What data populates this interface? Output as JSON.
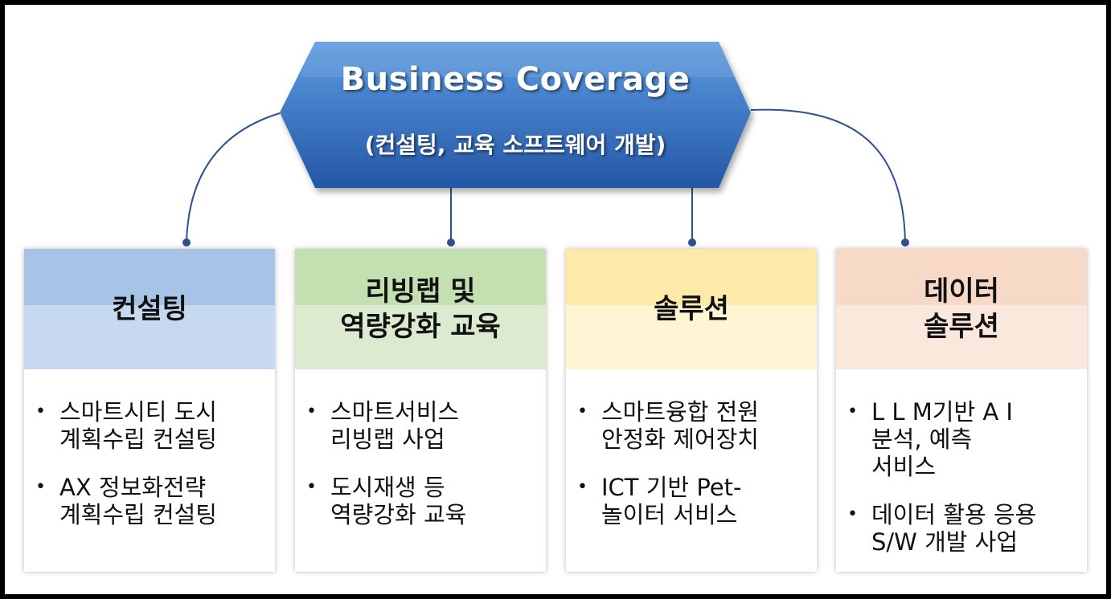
{
  "title": {
    "main": "Business Coverage",
    "subtitle": "(컨설팅, 교육 소프트웨어 개발)"
  },
  "colors": {
    "hex_top": "#5b9be0",
    "hex_bottom": "#2457a6",
    "connector": "#2f4f8f"
  },
  "cards": [
    {
      "name": "consulting",
      "title": "컨설팅",
      "band_top": "#a7c3e6",
      "band_bottom": "#c6d9f1",
      "items": [
        "스마트시티 도시\n계획수립 컨설팅",
        "AX 정보화전략\n계획수립 컨설팅"
      ]
    },
    {
      "name": "living-lab",
      "title": "리빙랩 및\n역량강화 교육",
      "band_top": "#c4dfb0",
      "band_bottom": "#dcebd0",
      "items": [
        "스마트서비스\n리빙랩 사업",
        "도시재생 등\n역량강화 교육"
      ]
    },
    {
      "name": "solution",
      "title": "솔루션",
      "band_top": "#fde9a8",
      "band_bottom": "#fff4d3",
      "items": [
        "스마트융합 전원\n안정화 제어장치",
        "ICT 기반 Pet-\n놀이터 서비스"
      ]
    },
    {
      "name": "data-solution",
      "title": "데이터\n솔루션",
      "band_top": "#f7d9c7",
      "band_bottom": "#fbe8dd",
      "items": [
        "L L M기반  A I\n분석, 예측\n서비스",
        "데이터 활용 응용\nS/W 개발 사업"
      ]
    }
  ]
}
